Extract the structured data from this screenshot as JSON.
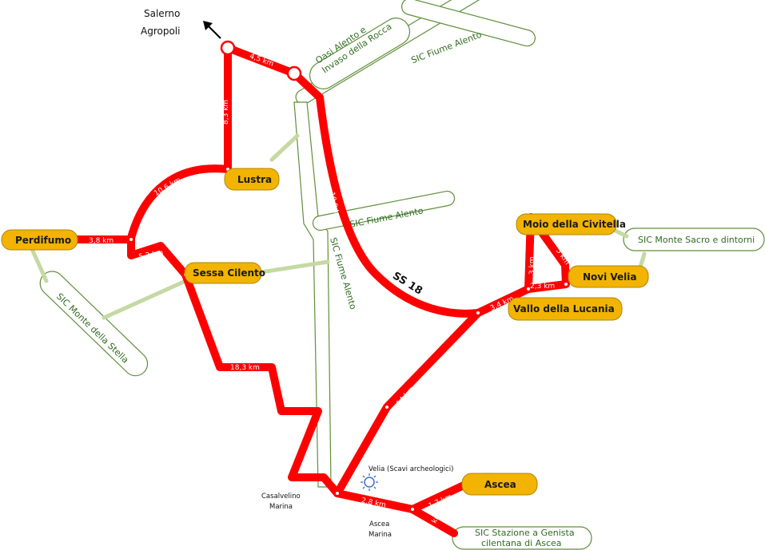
{
  "towns": {
    "perdifumo": "Perdifumo",
    "lustra": "Lustra",
    "sessa": "Sessa Cilento",
    "moio": "Moio della Civitella",
    "novi": "Novi Velia",
    "vallo": "Vallo della Lucania",
    "ascea": "Ascea"
  },
  "places": {
    "salerno": "Salerno",
    "agropoli": "Agropoli",
    "velia": "Velia (Scavi archeologici)",
    "casalvelino_1": "Casalvelino",
    "casalvelino_2": "Marina",
    "ascea_marina_1": "Ascea",
    "ascea_marina_2": "Marina",
    "oasi_1": "Oasi Alento e",
    "oasi_2": "Invaso della Rocca",
    "road_name": "SS 18"
  },
  "sic": {
    "fiume_alento_top": "SIC Fiume  Alento",
    "fiume_alento_mid": "SIC Fiume Alento",
    "fiume_alento_vert": "SIC Fiume   Alento",
    "monte_sacro": "SIC Monte Sacro e dintorni",
    "monte_stella": "SIC Monte della Stella",
    "genista_1": "SIC Stazione a Genista",
    "genista_2": "cilentana  di Ascea"
  },
  "distances": {
    "d_4_5": "4,5 km",
    "d_8_3": "8,3 km",
    "d_10_6": "10,6 km",
    "d_3_8": "3,8 km",
    "d_5_2": "5,2   km",
    "d_18_9": "18,9 km",
    "d_18_3": "18,3 km",
    "d_3_4": "3,4 km",
    "d_3": "3 km",
    "d_5": "5 km",
    "d_2_3": "2,3 km",
    "d_14": "14 km",
    "d_2_8": "2,8 km",
    "d_1_7": "1,7 km",
    "d_2_1": "2,1 km"
  },
  "colors": {
    "road": "#ff0000",
    "town_fill": "#f2b400",
    "sic_border": "#5f8f3a",
    "sic_connector": "#c5d9a3",
    "site_icon": "#3b6fd1"
  },
  "icons": {
    "direction": "arrow-up-left-icon",
    "archaeological_site": "sun-icon"
  }
}
